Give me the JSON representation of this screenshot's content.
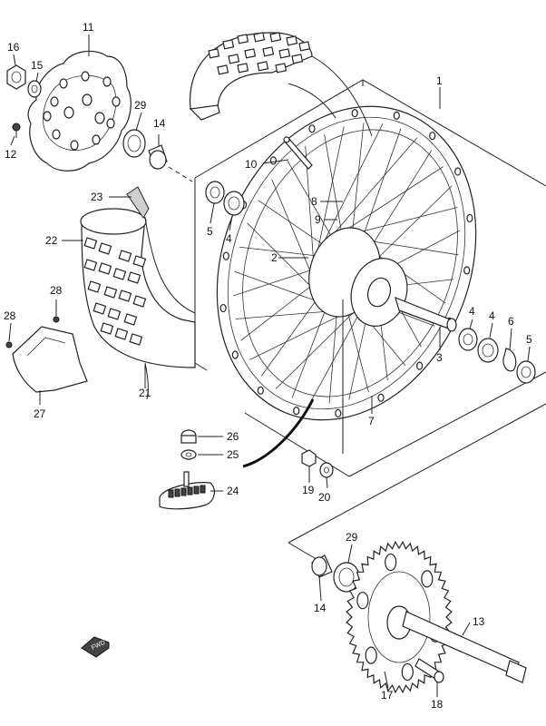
{
  "diagram": {
    "fwd_badge": "FWD",
    "callouts": [
      {
        "id": "c1",
        "text": "1"
      },
      {
        "id": "c2",
        "text": "2"
      },
      {
        "id": "c3",
        "text": "3"
      },
      {
        "id": "c4a",
        "text": "4"
      },
      {
        "id": "c4b",
        "text": "4"
      },
      {
        "id": "c4c",
        "text": "4"
      },
      {
        "id": "c5a",
        "text": "5"
      },
      {
        "id": "c5b",
        "text": "5"
      },
      {
        "id": "c6",
        "text": "6"
      },
      {
        "id": "c7",
        "text": "7"
      },
      {
        "id": "c8",
        "text": "8"
      },
      {
        "id": "c9",
        "text": "9"
      },
      {
        "id": "c10",
        "text": "10"
      },
      {
        "id": "c11",
        "text": "11"
      },
      {
        "id": "c12",
        "text": "12"
      },
      {
        "id": "c13",
        "text": "13"
      },
      {
        "id": "c14a",
        "text": "14"
      },
      {
        "id": "c14b",
        "text": "14"
      },
      {
        "id": "c15",
        "text": "15"
      },
      {
        "id": "c16",
        "text": "16"
      },
      {
        "id": "c17",
        "text": "17"
      },
      {
        "id": "c18",
        "text": "18"
      },
      {
        "id": "c19",
        "text": "19"
      },
      {
        "id": "c20",
        "text": "20"
      },
      {
        "id": "c21",
        "text": "21"
      },
      {
        "id": "c22",
        "text": "22"
      },
      {
        "id": "c23",
        "text": "23"
      },
      {
        "id": "c24",
        "text": "24"
      },
      {
        "id": "c25",
        "text": "25"
      },
      {
        "id": "c26",
        "text": "26"
      },
      {
        "id": "c27",
        "text": "27"
      },
      {
        "id": "c28a",
        "text": "28"
      },
      {
        "id": "c28b",
        "text": "28"
      },
      {
        "id": "c29a",
        "text": "29"
      },
      {
        "id": "c29b",
        "text": "29"
      }
    ]
  }
}
